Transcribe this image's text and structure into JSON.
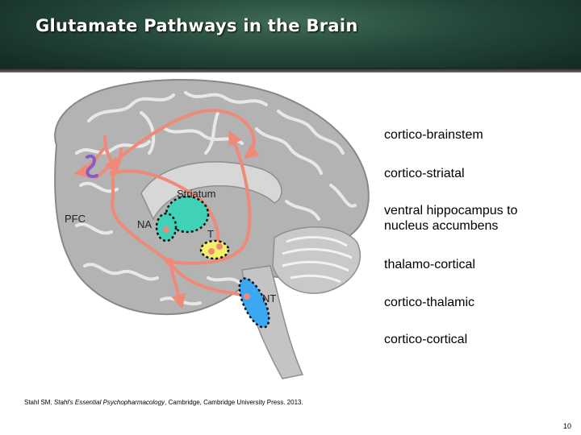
{
  "slide": {
    "title": "Glutamate Pathways in the Brain",
    "page_number": "10",
    "citation_author": "Stahl SM. ",
    "citation_book": "Stahl's Essential Psychopharmacology",
    "citation_rest": ", Cambridge, Cambridge University Press. 2013."
  },
  "brain_labels": {
    "pfc": "PFC",
    "na": "NA",
    "striatum": "Striatum",
    "t": "T",
    "nt": "NT"
  },
  "pathways": [
    "cortico-brainstem",
    "cortico-striatal",
    "ventral hippocampus to\nnucleus accumbens",
    "thalamo-cortical",
    "cortico-thalamic",
    "cortico-cortical"
  ],
  "colors": {
    "pathway": "#f08a78",
    "striatum": "#3fd2b6",
    "thalamus": "#f4f06a",
    "brainstem_nucleus": "#3aa8f2",
    "neuron_purple": "#8a5bc6",
    "brain_gray": "#b3b3b3"
  }
}
